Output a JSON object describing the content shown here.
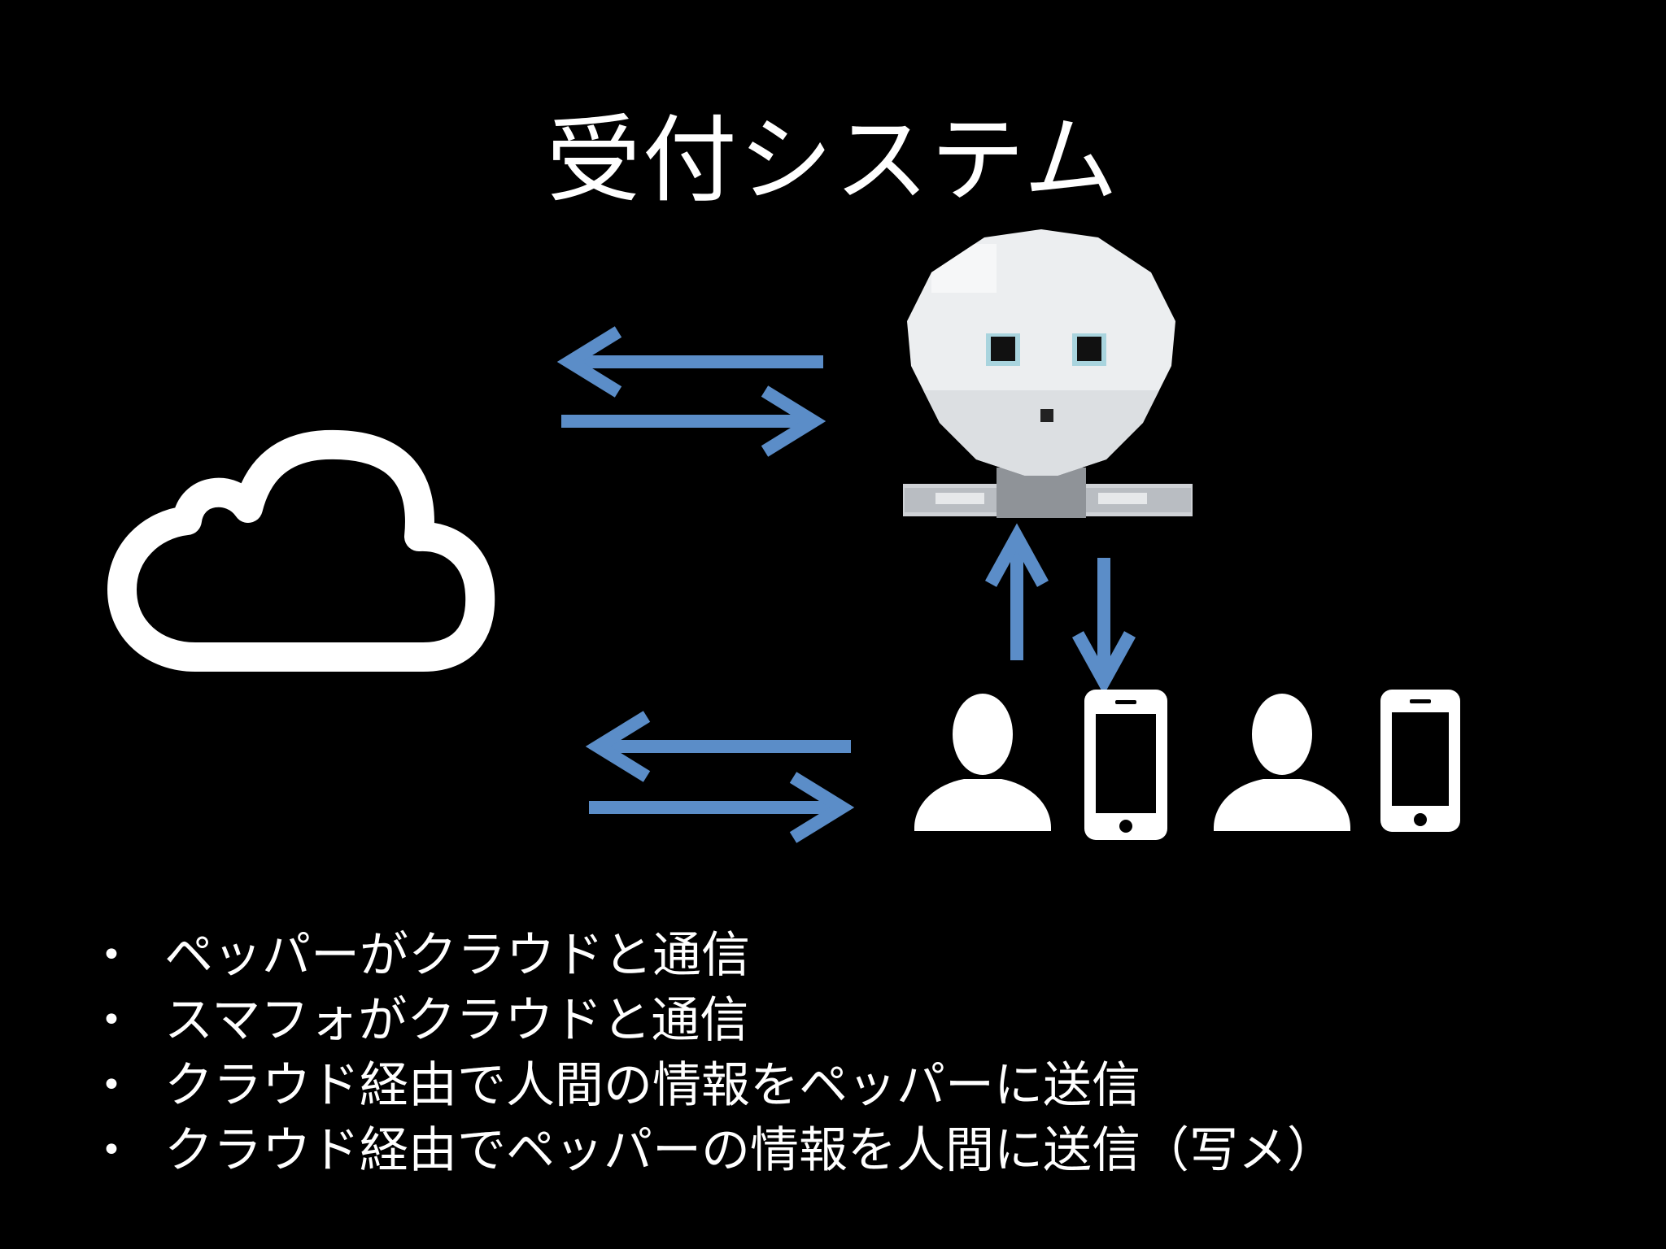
{
  "slide": {
    "title": "受付システム",
    "bullets": [
      "ペッパーがクラウドと通信",
      "スマフォがクラウドと通信",
      "クラウド経由で人間の情報をペッパーに送信",
      "クラウド経由でペッパーの情報を人間に送信（写メ）"
    ]
  },
  "colors": {
    "background": "#000000",
    "arrow": "#5b8dc8",
    "icon": "#ffffff"
  },
  "icons": [
    "cloud-icon",
    "pepper-robot-image",
    "person-icon",
    "smartphone-icon"
  ]
}
